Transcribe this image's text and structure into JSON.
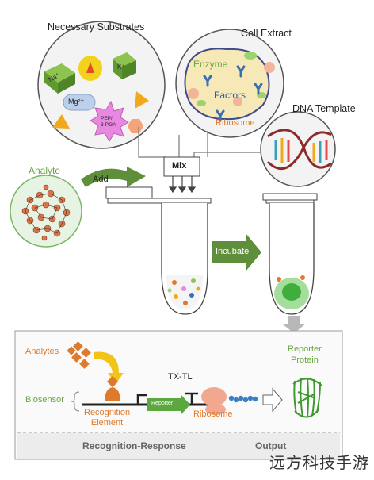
{
  "substrates": {
    "title": "Necessary Substrates",
    "na": "Na⁺",
    "k": "K⁺",
    "mg": "Mg²⁺",
    "pep": "PEP/ 3-PGA",
    "pep_line1": "PEP/",
    "pep_line2": "3-PGA"
  },
  "cell_extract": {
    "title": "Cell Extract",
    "enzyme": "Enzyme",
    "factors": "Factors",
    "ribosome": "Ribosome"
  },
  "dna": {
    "title": "DNA Template"
  },
  "mix": {
    "label": "Mix"
  },
  "analyte": {
    "label": "Analyte",
    "add": "Add"
  },
  "incubate": {
    "label": "Incubate"
  },
  "panel": {
    "analytes": "Analytes",
    "biosensor": "Biosensor",
    "txtl": "TX-TL",
    "recognition_element": "Recognition Element",
    "recognition_line1": "Recognition",
    "recognition_line2": "Element",
    "reporter": "Reporter",
    "ribosome": "Ribosome",
    "reporter_protein": "Reporter Protein",
    "reporter_protein_line1": "Reporter",
    "reporter_protein_line2": "Protein",
    "footer_left": "Recognition-Response",
    "footer_right": "Output"
  },
  "watermark": "远方科技手游",
  "colors": {
    "green": "#6aa640",
    "orange": "#e07a2b",
    "blue": "#2f5d9a",
    "arrow_green": "#5f8f3a"
  }
}
